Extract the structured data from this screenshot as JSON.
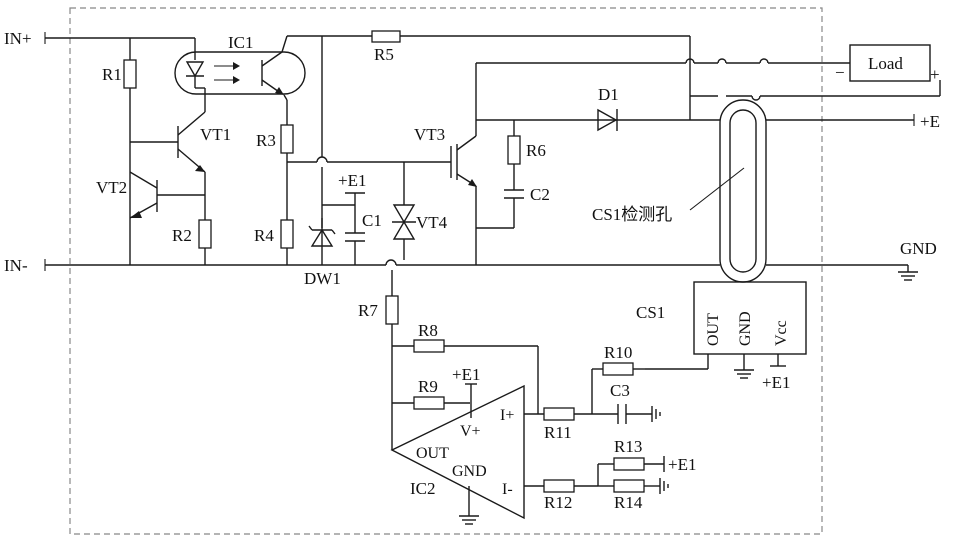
{
  "labels": {
    "in_plus": "IN+",
    "in_minus": "IN-",
    "ic1": "IC1",
    "r1": "R1",
    "r2": "R2",
    "r3": "R3",
    "r4": "R4",
    "r5": "R5",
    "r6": "R6",
    "r7": "R7",
    "r8": "R8",
    "r9": "R9",
    "r10": "R10",
    "r11": "R11",
    "r12": "R12",
    "r13": "R13",
    "r14": "R14",
    "vt1": "VT1",
    "vt2": "VT2",
    "vt3": "VT3",
    "vt4": "VT4",
    "dw1": "DW1",
    "c1": "C1",
    "c2": "C2",
    "c3": "C3",
    "d1": "D1",
    "e1_top": "+E1",
    "e1_amp": "+E1",
    "e1_cs1": "+E1",
    "e1_r13": "+E1",
    "plus_e": "+E",
    "gnd": "GND",
    "load": "Load",
    "load_minus": "−",
    "load_plus": "+",
    "cs1_hole": "CS1检测孔",
    "cs1": "CS1",
    "cs1_out": "OUT",
    "cs1_gnd": "GND",
    "cs1_vcc": "Vcc",
    "ic2": "IC2",
    "amp_vplus": "V+",
    "amp_out": "OUT",
    "amp_gnd": "GND",
    "amp_iplus": "I+",
    "amp_iminus": "I-"
  }
}
